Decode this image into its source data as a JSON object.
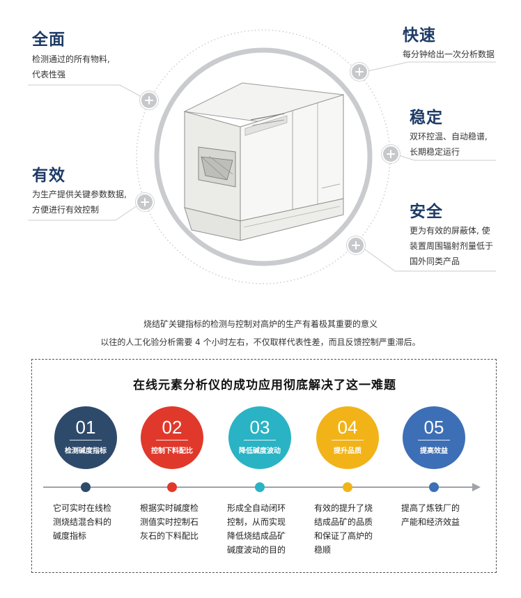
{
  "features": {
    "quanmian": {
      "title": "全面",
      "desc_lines": [
        "检测通过的所有物料,",
        "代表性强"
      ]
    },
    "youxiao": {
      "title": "有效",
      "desc_lines": [
        "为生产提供关键参数数据,",
        "方便进行有效控制"
      ]
    },
    "kuaisu": {
      "title": "快速",
      "desc_lines": [
        "每分钟给出一次分析数据"
      ]
    },
    "wending": {
      "title": "稳定",
      "desc_lines": [
        "双环控温、自动稳谱,",
        "长期稳定运行"
      ]
    },
    "anquan": {
      "title": "安全",
      "desc_lines": [
        "更为有效的屏蔽体, 使",
        "装置周围辐射剂量低于",
        "国外同类产品"
      ]
    }
  },
  "intro": {
    "line1": "烧结矿关键指标的检测与控制对高炉的生产有着极其重要的意义",
    "line2": "以往的人工化验分析需要 4 个小时左右，不仅取样代表性差，而且反馈控制严重滞后。"
  },
  "solution": {
    "title": "在线元素分析仪的成功应用彻底解决了这一难题",
    "steps": [
      {
        "num": "01",
        "label": "检测碱度指标",
        "color": "#2e4a6b",
        "desc_lines": [
          "它可实时在线检",
          "测烧结混合料的",
          "碱度指标"
        ]
      },
      {
        "num": "02",
        "label": "控制下料配比",
        "color": "#e0392b",
        "desc_lines": [
          "根据实时碱度检",
          "测值实时控制石",
          "灰石的下料配比"
        ]
      },
      {
        "num": "03",
        "label": "降低碱度波动",
        "color": "#2ab3c4",
        "desc_lines": [
          "形成全自动闭环",
          "控制，从而实现",
          "降低烧结成品矿",
          "碱度波动的目的"
        ]
      },
      {
        "num": "04",
        "label": "提升品质",
        "color": "#f2b318",
        "desc_lines": [
          "有效的提升了烧",
          "结成品矿的品质",
          "和保证了高炉的",
          "稳顺"
        ]
      },
      {
        "num": "05",
        "label": "提高效益",
        "color": "#3d6fb6",
        "desc_lines": [
          "提高了炼铁厂的",
          "产能和经济效益"
        ]
      }
    ]
  },
  "colors": {
    "title_navy": "#1e3b66",
    "ring_gray": "#c9cbce",
    "timeline_gray": "#9fa3a8"
  },
  "icons": {
    "plus": "plus-icon"
  }
}
